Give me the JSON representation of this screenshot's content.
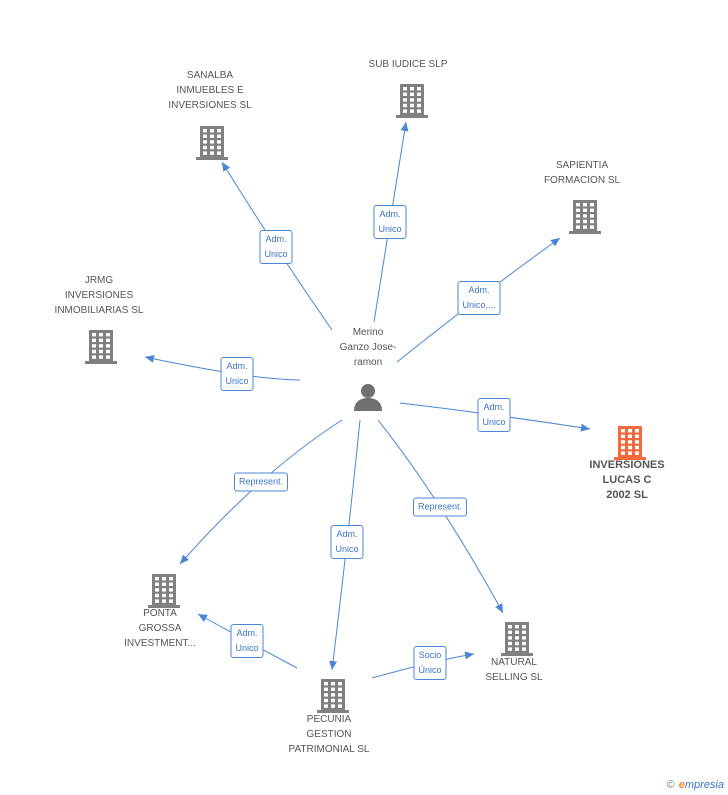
{
  "colors": {
    "edge": "#4a86d4",
    "building": "#808080",
    "building_focus": "#f26a3d",
    "person": "#707070"
  },
  "center": {
    "name_lines": [
      "Merino",
      "Ganzo Jose-",
      "ramon"
    ],
    "icon": "person-icon"
  },
  "nodes": [
    {
      "id": "sanalba",
      "lines": [
        "SANALBA",
        "INMUEBLES E",
        "INVERSIONES SL"
      ],
      "icon": "building-icon",
      "focus": false
    },
    {
      "id": "subiudice",
      "lines": [
        "SUB IUDICE SLP"
      ],
      "icon": "building-icon",
      "focus": false
    },
    {
      "id": "sapientia",
      "lines": [
        "SAPIENTIA",
        "FORMACION SL"
      ],
      "icon": "building-icon",
      "focus": false
    },
    {
      "id": "jrmg",
      "lines": [
        "JRMG",
        "INVERSIONES",
        "INMOBILIARIAS SL"
      ],
      "icon": "building-icon",
      "focus": false
    },
    {
      "id": "inversiones",
      "lines": [
        "INVERSIONES",
        "LUCAS C",
        "2002 SL"
      ],
      "icon": "building-icon",
      "focus": true
    },
    {
      "id": "ponta",
      "lines": [
        "PONTA",
        "GROSSA",
        "INVESTMENT..."
      ],
      "icon": "building-icon",
      "focus": false
    },
    {
      "id": "natural",
      "lines": [
        "NATURAL",
        "SELLING SL"
      ],
      "icon": "building-icon",
      "focus": false
    },
    {
      "id": "pecunia",
      "lines": [
        "PECUNIA",
        "GESTION",
        "PATRIMONIAL SL"
      ],
      "icon": "building-icon",
      "focus": false
    }
  ],
  "edges": [
    {
      "from": "center",
      "to": "sanalba",
      "label_lines": [
        "Adm.",
        "Unico"
      ]
    },
    {
      "from": "center",
      "to": "subiudice",
      "label_lines": [
        "Adm.",
        "Unico"
      ]
    },
    {
      "from": "center",
      "to": "sapientia",
      "label_lines": [
        "Adm.",
        "Unico,..."
      ]
    },
    {
      "from": "center",
      "to": "jrmg",
      "label_lines": [
        "Adm.",
        "Unico"
      ]
    },
    {
      "from": "center",
      "to": "inversiones",
      "label_lines": [
        "Adm.",
        "Unico"
      ]
    },
    {
      "from": "center",
      "to": "ponta",
      "label_lines": [
        "Represent."
      ]
    },
    {
      "from": "center",
      "to": "natural",
      "label_lines": [
        "Represent."
      ]
    },
    {
      "from": "center",
      "to": "pecunia",
      "label_lines": [
        "Adm.",
        "Unico"
      ]
    },
    {
      "from": "pecunia",
      "to": "ponta",
      "label_lines": [
        "Adm.",
        "Unico"
      ]
    },
    {
      "from": "pecunia",
      "to": "natural",
      "label_lines": [
        "Socio",
        "Único"
      ]
    }
  ],
  "footer": {
    "copyright": "©",
    "brand_initial": "e",
    "brand_rest": "mpresia"
  }
}
